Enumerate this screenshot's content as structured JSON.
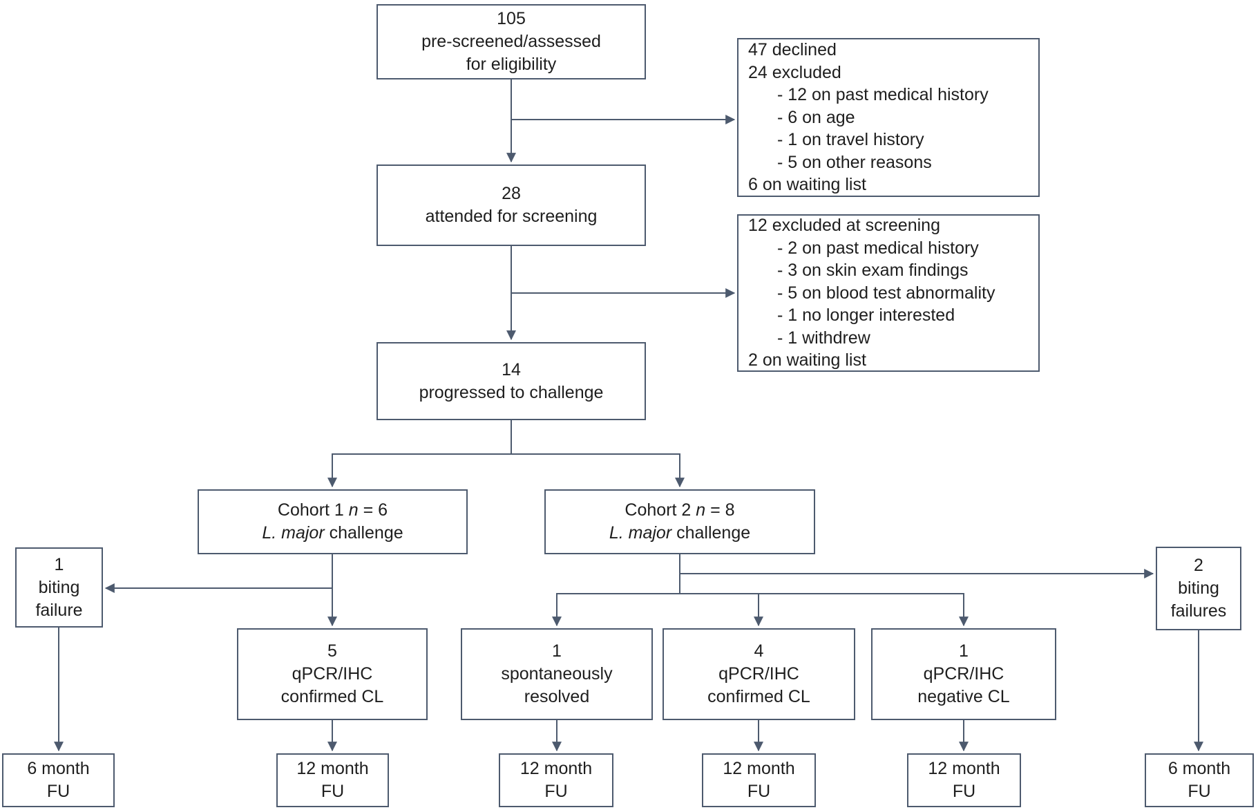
{
  "colors": {
    "box_border": "#4d5a6e",
    "connector": "#4d5a6e",
    "text": "#1e1e1e",
    "background": "#ffffff"
  },
  "nodes": {
    "prescreened": {
      "lines": [
        "105",
        "pre-screened/assessed",
        "for eligibility"
      ]
    },
    "declined": {
      "lines": [
        "47 declined",
        "24 excluded",
        "- 12 on past medical history",
        "- 6 on age",
        "- 1 on travel history",
        "- 5 on other reasons",
        "6 on waiting list"
      ]
    },
    "attended": {
      "lines": [
        "28",
        "attended for screening"
      ]
    },
    "excluded_screening": {
      "lines": [
        "12 excluded at screening",
        "- 2 on past medical history",
        "- 3 on skin exam findings",
        "- 5 on blood test abnormality",
        "- 1 no longer interested",
        "- 1 withdrew",
        "2 on waiting list"
      ]
    },
    "progressed": {
      "lines": [
        "14",
        "progressed to challenge"
      ]
    },
    "cohort1": {
      "line1": {
        "pre": "Cohort 1 ",
        "var": "n",
        "post": " = 6"
      },
      "line2": {
        "species": "L. major",
        "rest": " challenge"
      }
    },
    "cohort2": {
      "line1": {
        "pre": "Cohort 2 ",
        "var": "n",
        "post": " = 8"
      },
      "line2": {
        "species": "L. major",
        "rest": " challenge"
      }
    },
    "biting_failure_1": {
      "lines": [
        "1",
        "biting",
        "failure"
      ]
    },
    "biting_failure_2": {
      "lines": [
        "2",
        "biting",
        "failures"
      ]
    },
    "qpcr_confirmed_5": {
      "lines": [
        "5",
        "qPCR/IHC",
        "confirmed CL"
      ]
    },
    "spontaneously_resolved_1": {
      "lines": [
        "1",
        "spontaneously",
        "resolved"
      ]
    },
    "qpcr_confirmed_4": {
      "lines": [
        "4",
        "qPCR/IHC",
        "confirmed CL"
      ]
    },
    "qpcr_negative_1": {
      "lines": [
        "1",
        "qPCR/IHC",
        "negative CL"
      ]
    },
    "fu_6_left": {
      "lines": [
        "6 month",
        "FU"
      ]
    },
    "fu_12_a": {
      "lines": [
        "12 month",
        "FU"
      ]
    },
    "fu_12_b": {
      "lines": [
        "12 month",
        "FU"
      ]
    },
    "fu_12_c": {
      "lines": [
        "12 month",
        "FU"
      ]
    },
    "fu_12_d": {
      "lines": [
        "12 month",
        "FU"
      ]
    },
    "fu_6_right": {
      "lines": [
        "6 month",
        "FU"
      ]
    }
  }
}
